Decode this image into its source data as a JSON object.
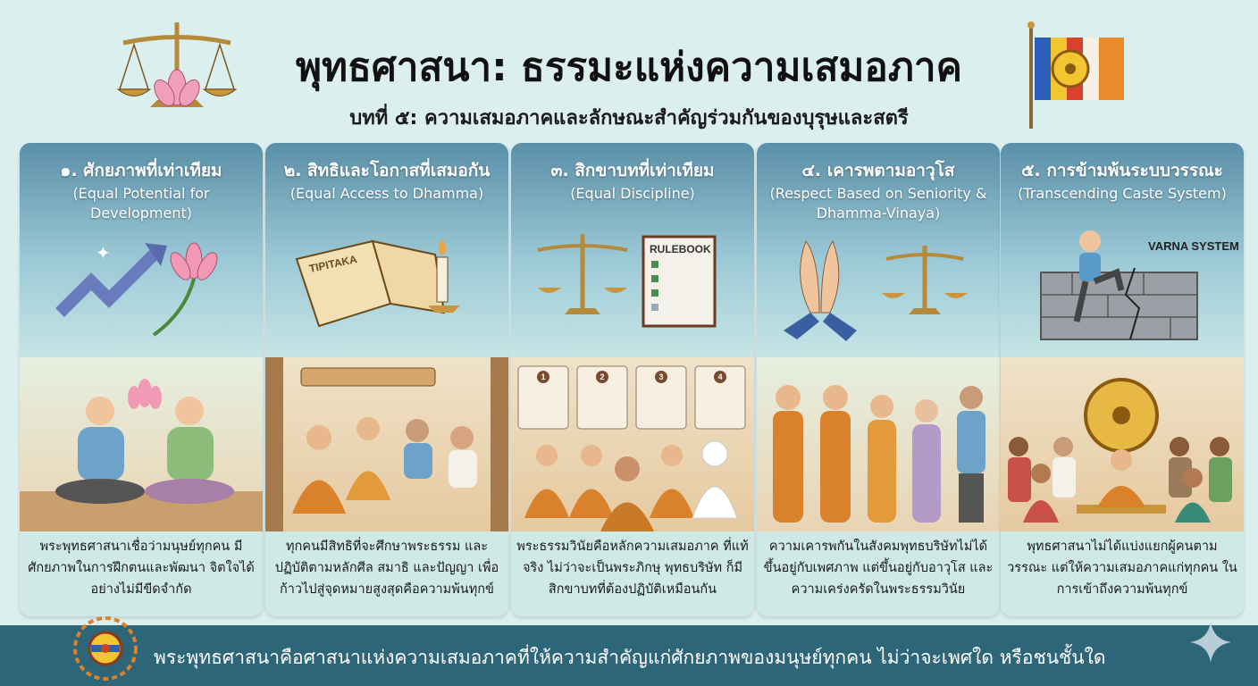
{
  "header": {
    "title": "พุทธศาสนา: ธรรมะแห่งความเสมอภาค",
    "subtitle": "บทที่ ๕: ความเสมอภาคและลักษณะสำคัญร่วมกันของบุรุษและสตรี"
  },
  "cards": [
    {
      "title": "๑. ศักยภาพที่เท่าเทียม",
      "english": "(Equal Potential for Development)",
      "body": "พระพุทธศาสนาเชื่อว่ามนุษย์ทุกคน มีศักยภาพในการฝึกตนและพัฒนา จิตใจได้อย่างไม่มีขีดจำกัด"
    },
    {
      "title": "๒. สิทธิและโอกาสที่เสมอกัน",
      "english": "(Equal Access to Dhamma)",
      "body": "ทุกคนมีสิทธิที่จะศึกษาพระธรรม และ ปฏิบัติตามหลักศีล สมาธิ และปัญญา เพื่อก้าวไปสู่จุดหมายสูงสุดคือความพ้นทุกข์",
      "book_label": "TIPITAKA"
    },
    {
      "title": "๓. สิกขาบทที่เท่าเทียม",
      "english": "(Equal Discipline)",
      "body": "พระธรรมวินัยคือหลักความเสมอภาค ที่แท้จริง ไม่ว่าจะเป็นพระภิกษุ พุทธบริษัท ก็มีสิกขาบทที่ต้องปฏิบัติเหมือนกัน",
      "rulebook_label": "RULEBOOK",
      "rule_numbers": [
        "1",
        "2",
        "3",
        "4"
      ]
    },
    {
      "title": "๔. เคารพตามอาวุโส",
      "english": "(Respect Based on Seniority & Dhamma-Vinaya)",
      "body": "ความเคารพกันในสังคมพุทธบริษัทไม่ได้ ขึ้นอยู่กับเพศภาพ แต่ขึ้นอยู่กับอาวุโส และความเคร่งครัดในพระธรรมวินัย"
    },
    {
      "title": "๕. การข้ามพ้นระบบวรรณะ",
      "english": "(Transcending Caste System)",
      "body": "พุทธศาสนาไม่ได้แบ่งแยกผู้คนตาม วรรณะ แต่ให้ความเสมอภาคแก่ทุกคน ในการเข้าถึงความพ้นทุกข์",
      "wall_label": "VARNA SYSTEM"
    }
  ],
  "footer": {
    "text": "พระพุทธศาสนาคือศาสนาแห่งความเสมอภาคที่ให้ความสำคัญแก่ศักยภาพของมนุษย์ทุกคน ไม่ว่าจะเพศใด หรือชนชั้นใด"
  },
  "colors": {
    "footer": "#2d6579",
    "robe": "#d9822b",
    "header_gradient": "#5a8fa8"
  }
}
